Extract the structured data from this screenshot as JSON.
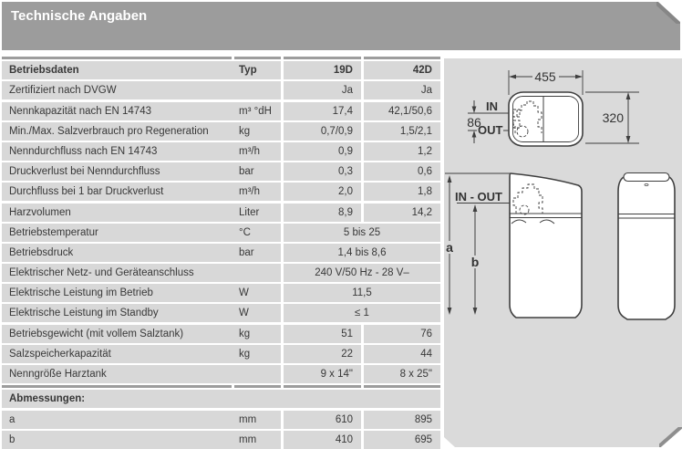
{
  "title": "Technische Angaben",
  "table": {
    "header": {
      "label": "Betriebsdaten",
      "unit": "Typ",
      "col1": "19D",
      "col2": "42D"
    },
    "rows": [
      {
        "label": "Zertifiziert nach DVGW",
        "unit": "",
        "v1": "Ja",
        "v2": "Ja"
      },
      {
        "label": "Nennkapazität nach EN 14743",
        "unit": "m³ °dH",
        "v1": "17,4",
        "v2": "42,1/50,6"
      },
      {
        "label": "Min./Max. Salzverbrauch pro Regeneration",
        "unit": "kg",
        "v1": "0,7/0,9",
        "v2": "1,5/2,1"
      },
      {
        "label": "Nenndurchfluss nach EN 14743",
        "unit": "m³/h",
        "v1": "0,9",
        "v2": "1,2"
      },
      {
        "label": "Druckverlust bei Nenndurchfluss",
        "unit": "bar",
        "v1": "0,3",
        "v2": "0,6"
      },
      {
        "label": "Durchfluss bei 1 bar Druckverlust",
        "unit": "m³/h",
        "v1": "2,0",
        "v2": "1,8"
      },
      {
        "label": "Harzvolumen",
        "unit": "Liter",
        "v1": "8,9",
        "v2": "14,2"
      },
      {
        "label": "Betriebstemperatur",
        "unit": "°C",
        "merged": "5 bis 25"
      },
      {
        "label": "Betriebsdruck",
        "unit": "bar",
        "merged": "1,4 bis 8,6"
      },
      {
        "label": "Elektrischer Netz- und Geräteanschluss",
        "unit": "",
        "merged": "240 V/50 Hz - 28 V–"
      },
      {
        "label": "Elektrische Leistung im Betrieb",
        "unit": "W",
        "merged": "11,5"
      },
      {
        "label": "Elektrische Leistung im Standby",
        "unit": "W",
        "merged": "≤ 1"
      },
      {
        "label": "Betriebsgewicht (mit vollem Salztank)",
        "unit": "kg",
        "v1": "51",
        "v2": "76"
      },
      {
        "label": "Salzspeicherkapazität",
        "unit": "kg",
        "v1": "22",
        "v2": "44"
      },
      {
        "label": "Nenngröße Harztank",
        "unit": "",
        "v1": "9 x 14\"",
        "v2": "8 x 25\""
      }
    ],
    "dimensions_header": "Abmessungen:",
    "dimension_rows": [
      {
        "label": "a",
        "unit": "mm",
        "v1": "610",
        "v2": "895"
      },
      {
        "label": "b",
        "unit": "mm",
        "v1": "410",
        "v2": "695"
      }
    ]
  },
  "diagram": {
    "dim_width": "455",
    "dim_depth": "320",
    "dim_ports": "86",
    "label_in": "IN",
    "label_out": "OUT",
    "label_inout": "IN - OUT",
    "label_a": "a",
    "label_b": "b"
  },
  "colors": {
    "header_bar": "#9c9c9c",
    "row_bg": "#d8d8d8",
    "panel_bg": "#dadada",
    "divider": "#9d9d9d",
    "line": "#3f3f3f",
    "text": "#383838"
  }
}
